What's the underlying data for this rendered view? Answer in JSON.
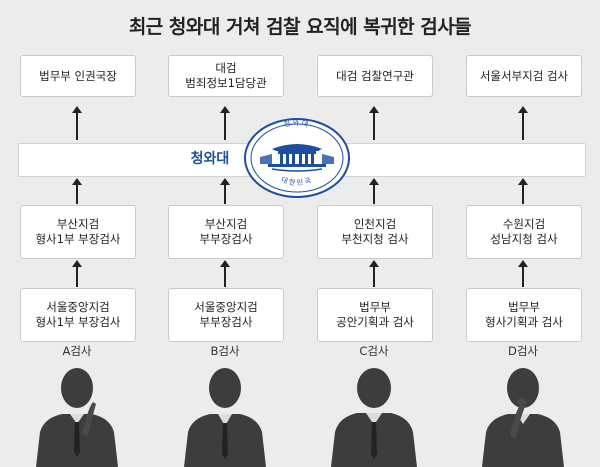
{
  "title": "최근 청와대 거쳐 검찰 요직에 복귀한 검사들",
  "center_label": "청와대",
  "seal": {
    "top_text": "청와대",
    "bottom_text": "대한민국"
  },
  "colors": {
    "accent": "#1c4fa0",
    "background": "#ececec",
    "box": "#ffffff",
    "silhouette": "#3d3d3d"
  },
  "prosecutors": [
    {
      "label": "A검사",
      "current": {
        "line1": "법무부 인권국장",
        "line2": ""
      },
      "before": {
        "line1": "부산지검",
        "line2": "형사1부 부장검사"
      },
      "earlier": {
        "line1": "서울중앙지검",
        "line2": "형사1부 부장검사"
      }
    },
    {
      "label": "B검사",
      "current": {
        "line1": "대검",
        "line2": "범죄정보1담당관"
      },
      "before": {
        "line1": "부산지검",
        "line2": "부부장검사"
      },
      "earlier": {
        "line1": "서울중앙지검",
        "line2": "부부장검사"
      }
    },
    {
      "label": "C검사",
      "current": {
        "line1": "대검 검찰연구관",
        "line2": ""
      },
      "before": {
        "line1": "인천지검",
        "line2": "부천지청 검사"
      },
      "earlier": {
        "line1": "법무부",
        "line2": "공안기획과 검사"
      }
    },
    {
      "label": "D검사",
      "current": {
        "line1": "서울서부지검 검사",
        "line2": ""
      },
      "before": {
        "line1": "수원지검",
        "line2": "성남지청 검사"
      },
      "earlier": {
        "line1": "법무부",
        "line2": "형사기획과 검사"
      }
    }
  ],
  "icons": [
    "blue-house-seal-icon",
    "person-silhouette-icon"
  ]
}
